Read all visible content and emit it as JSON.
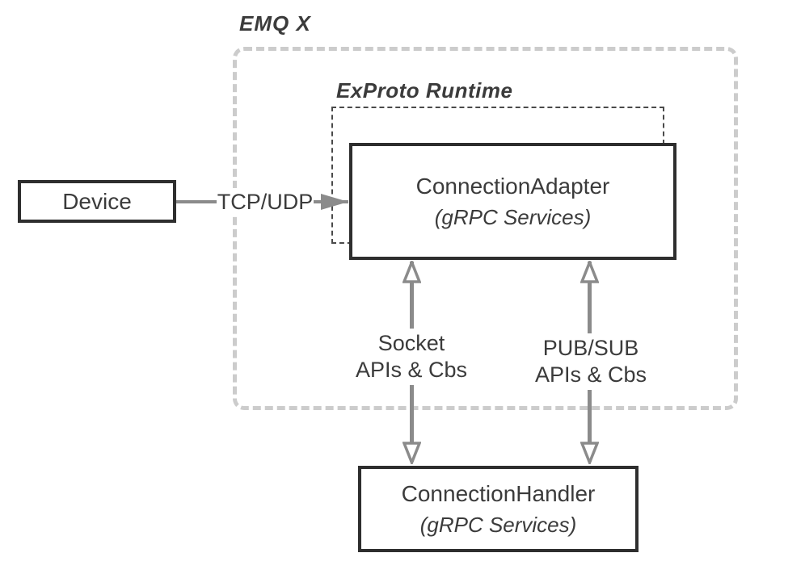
{
  "diagram": {
    "containers": {
      "emqx": {
        "label": "EMQ X"
      },
      "exproto": {
        "label": "ExProto Runtime"
      }
    },
    "nodes": {
      "device": {
        "label": "Device"
      },
      "adapter": {
        "title": "ConnectionAdapter",
        "subtitle": "(gRPC Services)"
      },
      "handler": {
        "title": "ConnectionHandler",
        "subtitle": "(gRPC Services)"
      }
    },
    "edges": {
      "tcp": {
        "label": "TCP/UDP",
        "direction": "right"
      },
      "socket": {
        "line1": "Socket",
        "line2": "APIs & Cbs",
        "direction": "both"
      },
      "pubsub": {
        "line1": "PUB/SUB",
        "line2": "APIs & Cbs",
        "direction": "both"
      }
    },
    "colors": {
      "container-dash": "#cccccc",
      "inner-dash": "#4a4a4a",
      "box-border": "#2e2e2e",
      "text": "#3b3b3b",
      "arrow": "#8b8b8b",
      "bg": "#ffffff"
    }
  }
}
